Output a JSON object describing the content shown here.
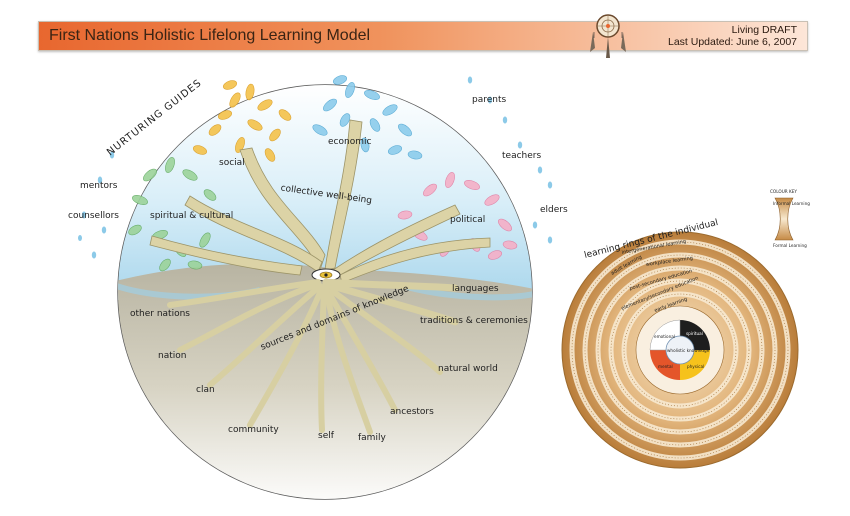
{
  "header": {
    "title": "First Nations Holistic Lifelong Learning Model",
    "status": "Living DRAFT",
    "updated": "Last Updated: June 6, 2007"
  },
  "nurturing": {
    "heading": "NURTURING GUIDES",
    "guides": [
      "mentors",
      "counsellors",
      "parents",
      "teachers",
      "elders"
    ]
  },
  "tree": {
    "branches": [
      "social",
      "economic",
      "spiritual & cultural",
      "political"
    ],
    "wellbeing": "collective well-being",
    "roots_label": "sources and domains of knowledge",
    "roots": [
      "languages",
      "traditions & ceremonies",
      "natural world",
      "ancestors",
      "family",
      "self",
      "community",
      "clan",
      "nation",
      "other nations"
    ]
  },
  "rings": {
    "heading": "learning rings of the individual",
    "levels": [
      "intergenerational learning",
      "adult learning",
      "workplace learning",
      "post-secondary education",
      "elementary/secondary education",
      "early learning"
    ],
    "core": [
      "spiritual",
      "emotional",
      "physical",
      "mental",
      "wholistic knowledge"
    ]
  },
  "colour_key": {
    "title": "COLOUR KEY",
    "top": "Informal Learning",
    "bottom": "Formal Learning"
  },
  "colors": {
    "header_orange": "#e8672f",
    "sky": "#bfe2f2",
    "soil": "#c9c3b0",
    "trunk": "#dcd3a6",
    "leaf_yellow": "#f4c24a",
    "leaf_blue": "#7cc3e6",
    "leaf_green": "#8fca8f",
    "leaf_pink": "#f2a0bd",
    "rings_tan": "#c8914a"
  }
}
